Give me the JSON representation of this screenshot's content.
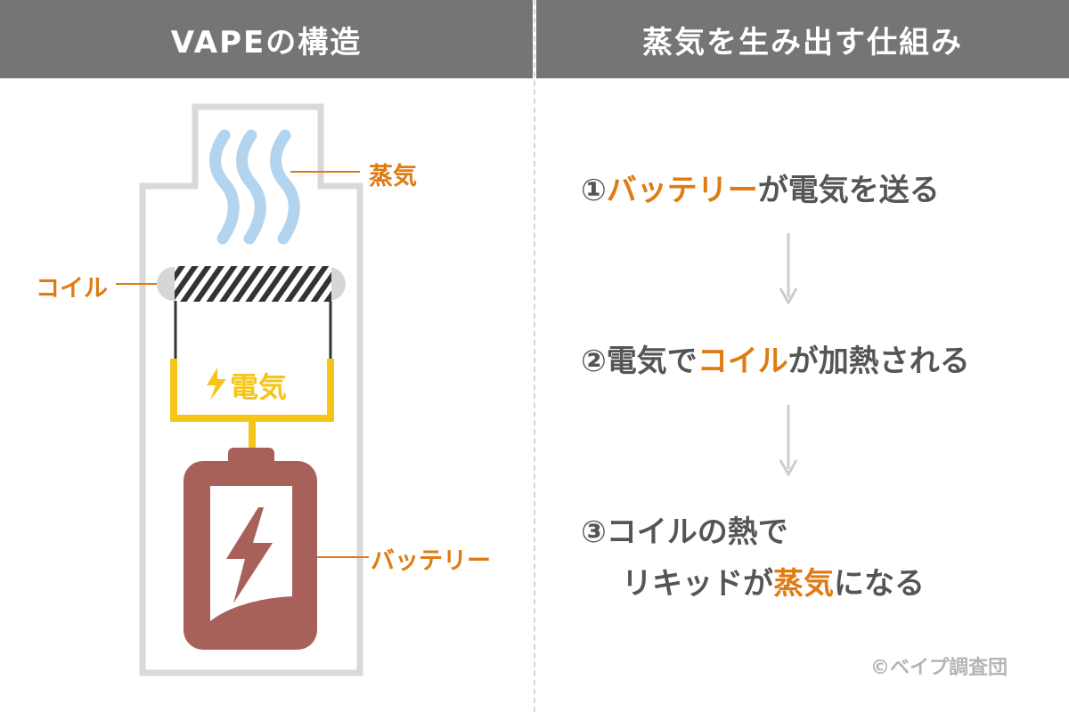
{
  "header": {
    "left_title": "VAPEの構造",
    "right_title": "蒸気を生み出す仕組み"
  },
  "diagram": {
    "labels": {
      "vapor": "蒸気",
      "coil": "コイル",
      "electricity": "電気",
      "battery": "バッテリー"
    },
    "colors": {
      "label_orange": "#e07b12",
      "vapor_blue": "#b3d4ee",
      "wire_yellow": "#f5c518",
      "battery_red": "#a8615a",
      "outline_gray": "#d9d9d9"
    }
  },
  "steps": [
    {
      "num": "①",
      "hl": "バッテリー",
      "rest": "が電気を送る"
    },
    {
      "num": "②",
      "pre": "電気で",
      "hl": "コイル",
      "rest": "が加熱される"
    },
    {
      "num": "③",
      "line1": "コイルの熱で",
      "line2_pre": "リキッドが",
      "hl": "蒸気",
      "rest": "になる"
    }
  ],
  "credit": "©ベイプ調査団"
}
